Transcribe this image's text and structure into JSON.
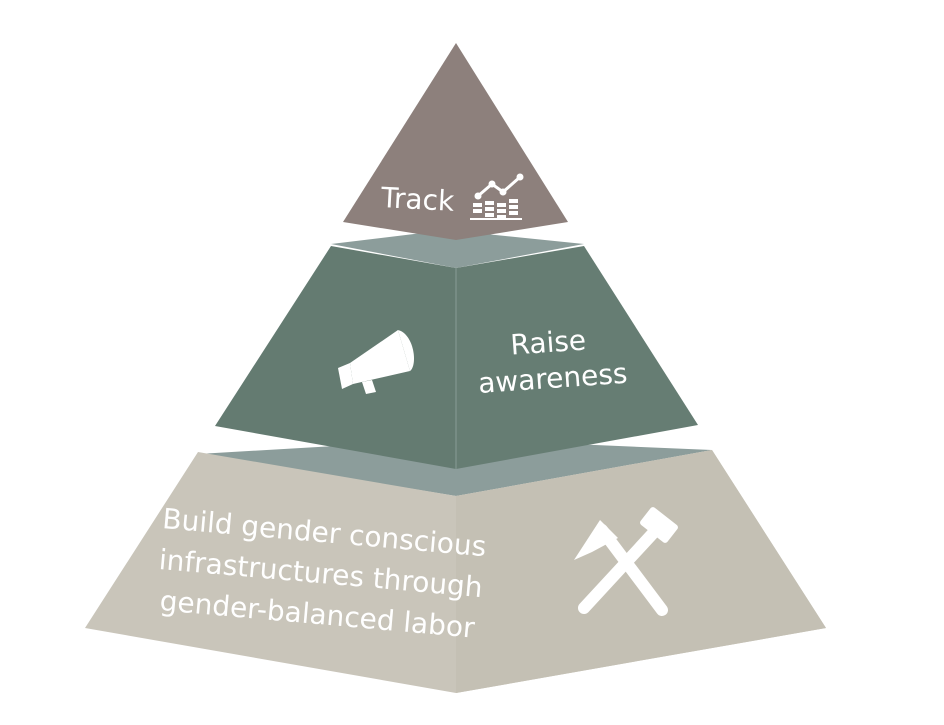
{
  "tiers": {
    "top": {
      "label": "Track",
      "icon": "line-chart-icon"
    },
    "middle": {
      "label_line1": "Raise",
      "label_line2": "awareness",
      "icon": "megaphone-icon"
    },
    "bottom": {
      "label_line1": "Build gender conscious",
      "label_line2": "infrastructures through",
      "label_line3": "gender-balanced labor",
      "icon": "hammer-pickaxe-icon"
    }
  },
  "colors": {
    "top_face": "#8d807c",
    "middle_face_left": "#647b71",
    "middle_face_right": "#657c72",
    "slab_top": "#8c9d9b",
    "bottom_face": "#c9c5ba",
    "text": "#ffffff"
  }
}
